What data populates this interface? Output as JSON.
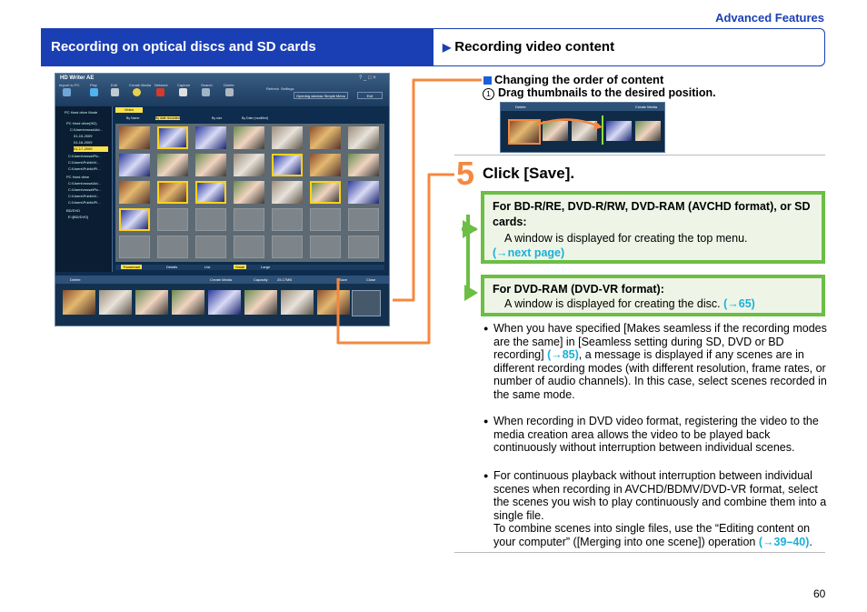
{
  "header": {
    "section_tag": "Advanced Features",
    "chapter_title": "Recording on optical discs and SD cards",
    "topic_arrow": "▶",
    "topic_title": "Recording video content"
  },
  "screenshot": {
    "app_title": "HD Writer AE",
    "toolbar_items": [
      "Import to PC",
      "Play",
      "Edit",
      "Create Media",
      "Network",
      "Capture",
      "Search",
      "Delete"
    ],
    "refresh_label": "Refresh",
    "settings_label": "Settings",
    "opening_label": "Opening window",
    "simple_menu_label": "Simple Menu",
    "exit_label": "Exit",
    "tree_root": "PC Hard drive Mode",
    "tree_items": [
      "PC Hard drive(HD)",
      "C:\\Users\\mosa\\Ad...",
      "01-15-2009",
      "01-16-2009",
      "01-17-2009",
      "C:\\Users\\mosa\\Pic...",
      "C:\\Users\\Public\\V...",
      "C:\\Users\\Public\\Pi...",
      "PC Hard drive",
      "C:\\Users\\mosa\\Ad...",
      "C:\\Users\\mosa\\Pic...",
      "C:\\Users\\Public\\V...",
      "C:\\Users\\Public\\Pi...",
      "BD/DVD",
      "E:\\[BD/DVD]"
    ],
    "tab_video": "Video",
    "sort_headers": [
      "By Name",
      "By date recorded",
      "By size",
      "By Date (modified)"
    ],
    "view_bar": [
      "Thumbnail",
      "Details",
      "List",
      "Small",
      "Large"
    ],
    "bottom_delete": "Delete",
    "bottom_create": "Create Media",
    "capacity_label": "Capacity",
    "capacity_value": "25.17MB",
    "save_label": "Save",
    "close_label": "Close"
  },
  "changing_order": {
    "heading": "Changing the order of content",
    "step_num": "1",
    "step_text": "Drag thumbnails to the desired position.",
    "mini_delete": "Delete",
    "mini_create": "Create Media"
  },
  "step5": {
    "number": "5",
    "title": "Click [Save]."
  },
  "box1": {
    "title": "For BD-R/RE, DVD-R/RW, DVD-RAM (AVCHD format), or SD cards:",
    "text": "A window is displayed for creating the top menu.",
    "link": "(→next page)"
  },
  "box2": {
    "title": "For DVD-RAM (DVD-VR format):",
    "text": "A window is displayed for creating the disc.",
    "link": "(→65)"
  },
  "bullets": [
    {
      "pre": "When you have specified [Makes seamless if the recording modes are the same] in [Seamless setting during SD, DVD or BD recording] ",
      "link": "(→85)",
      "post": ", a message is displayed if any scenes are in different recording modes (with different resolution, frame rates, or number of audio channels). In this case, select scenes recorded in the same mode."
    },
    {
      "pre": "When recording in DVD video format, registering the video to the media creation area allows the video to be played back continuously without interruption between individual scenes.",
      "link": "",
      "post": ""
    },
    {
      "pre": "For continuous playback without interruption between individual scenes when recording in AVCHD/BDMV/DVD-VR format, select the scenes you wish to play continuously and combine them into a single file.",
      "pre2": "To combine scenes into single files, use the “Editing content on your computer” ([Merging into one scene]) operation ",
      "link": "(→39–40)",
      "post": "."
    }
  ],
  "page_number": "60",
  "colors": {
    "brand_blue": "#1a3fb5",
    "step_orange": "#f5883f",
    "box_green": "#6cbe45",
    "link_cyan": "#1ab0d8"
  }
}
